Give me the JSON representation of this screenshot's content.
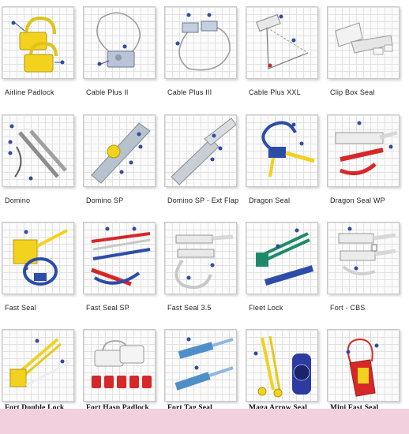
{
  "catalog": {
    "accent_pink": "#f2d0dd",
    "items": [
      {
        "label": "Airline Padlock",
        "icon": "airline-padlock-seal-icon"
      },
      {
        "label": "Cable Plus II",
        "icon": "cable-seal-icon"
      },
      {
        "label": "Cable Plus III",
        "icon": "cable-seal-icon"
      },
      {
        "label": "Cable Plus XXL",
        "icon": "cable-seal-icon"
      },
      {
        "label": "Clip Box Seal",
        "icon": "clip-box-seal-icon"
      },
      {
        "label": "Domino",
        "icon": "strip-seal-icon"
      },
      {
        "label": "Domino SP",
        "icon": "strip-seal-icon"
      },
      {
        "label": "Domino SP - Ext Flap",
        "icon": "strip-seal-icon"
      },
      {
        "label": "Dragon Seal",
        "icon": "pull-tight-seal-icon"
      },
      {
        "label": "Dragon Seal WP",
        "icon": "pull-tight-seal-icon"
      },
      {
        "label": "Fast Seal",
        "icon": "pull-tight-seal-icon"
      },
      {
        "label": "Fast Seal SP",
        "icon": "pull-tight-seal-icon"
      },
      {
        "label": "Fast Seal 3.5",
        "icon": "pull-tight-seal-icon"
      },
      {
        "label": "Fleet Lock",
        "icon": "pull-tight-seal-icon"
      },
      {
        "label": "Fort - CBS",
        "icon": "strip-seal-icon"
      },
      {
        "label": "Fort Double Lock",
        "icon": "pull-tight-seal-icon"
      },
      {
        "label": "Fort Hasp Padlock",
        "icon": "padlock-seal-icon"
      },
      {
        "label": "Fort Tag Seal",
        "icon": "tag-seal-icon"
      },
      {
        "label": "Maga Arrow Seal",
        "icon": "arrow-seal-icon"
      },
      {
        "label": "Mini Fast Seal",
        "icon": "pull-tight-seal-icon"
      }
    ]
  }
}
